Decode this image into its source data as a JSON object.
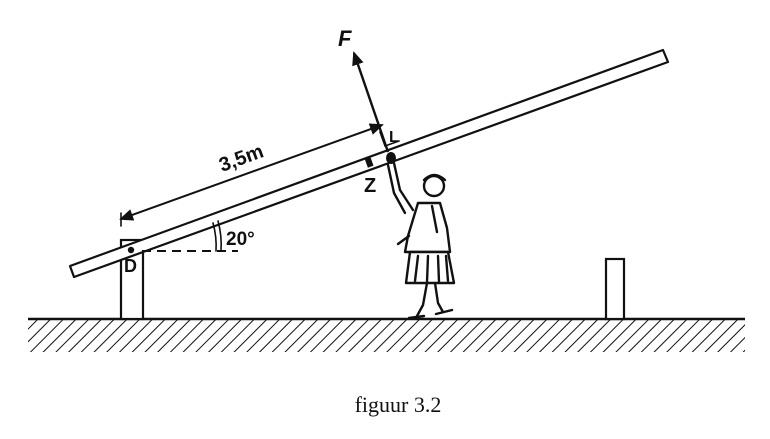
{
  "figure": {
    "caption": "figuur 3.2",
    "force_label": "F",
    "distance_label": "3,5m",
    "angle_label": "20°",
    "pivot_label": "D",
    "center_label": "Z",
    "perp_label": "L"
  }
}
